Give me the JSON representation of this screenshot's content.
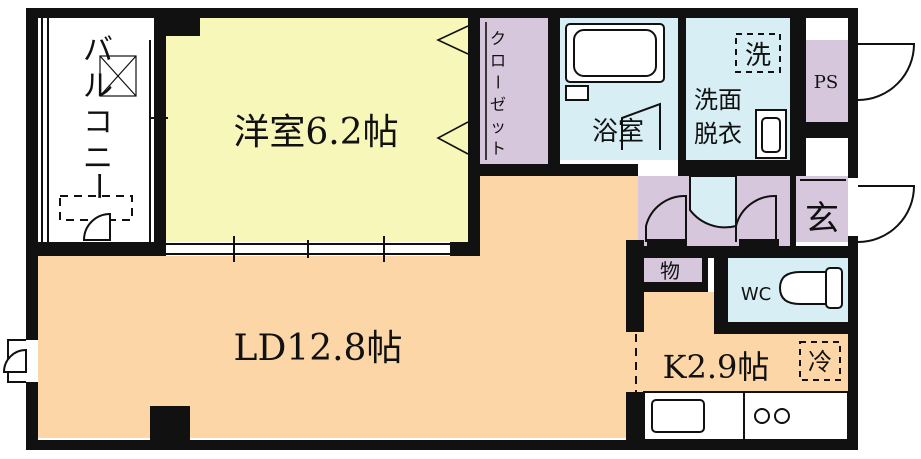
{
  "colors": {
    "wall": "#111111",
    "bedroom": "#f6f7b8",
    "living": "#fcd6a6",
    "wet": "#d6eef4",
    "storage": "#d7c7dd",
    "balcony": "#ffffff"
  },
  "rooms": {
    "bedroom": "洋室6.2帖",
    "living": "LD12.8帖",
    "kitchen": "K2.9帖",
    "bath": "浴室",
    "washroom_line1": "洗面",
    "washroom_line2": "脱衣",
    "toilet": "WC",
    "storage_small": "物",
    "pipe_space": "PS",
    "entrance": "玄",
    "washer": "洗",
    "fridge": "冷",
    "closet_chars": [
      "ク",
      "ロ",
      "ー",
      "ゼ",
      "ッ",
      "ト"
    ],
    "balcony_chars": [
      "バ",
      "ル",
      "コ",
      "ニ",
      "ー"
    ]
  }
}
